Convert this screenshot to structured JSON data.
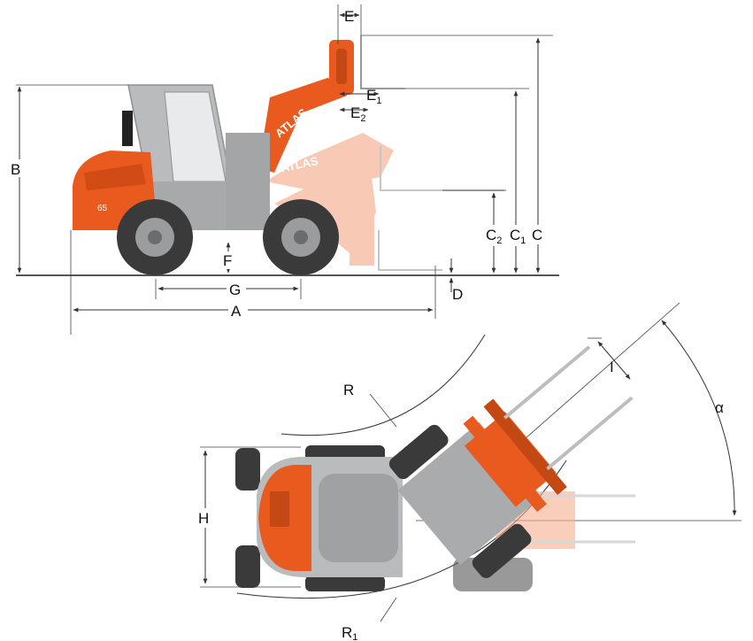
{
  "side_view": {
    "labels": {
      "A": "A",
      "B": "B",
      "C": "C",
      "C1": "C",
      "C1_sub": "1",
      "C2": "C",
      "C2_sub": "2",
      "D": "D",
      "E": "E",
      "E1": "E",
      "E1_sub": "1",
      "E2": "E",
      "E2_sub": "2",
      "F": "F",
      "G": "G"
    },
    "branding": {
      "arm_text": "ATLAS",
      "arm_text_ghost": "ATLAS",
      "model": "65"
    },
    "colors": {
      "body": "#e85a1e",
      "ghost": "#f4a07a",
      "tire": "#3a3a3a",
      "cab": "#b9bbbd"
    }
  },
  "top_view": {
    "labels": {
      "H": "H",
      "I": "I",
      "R": "R",
      "R1": "R",
      "R1_sub": "1",
      "alpha": "α"
    },
    "colors": {
      "body": "#e85a1e",
      "ghost": "#f6b08f",
      "tire": "#3a3a3a",
      "cab": "#b9bbbd"
    }
  }
}
